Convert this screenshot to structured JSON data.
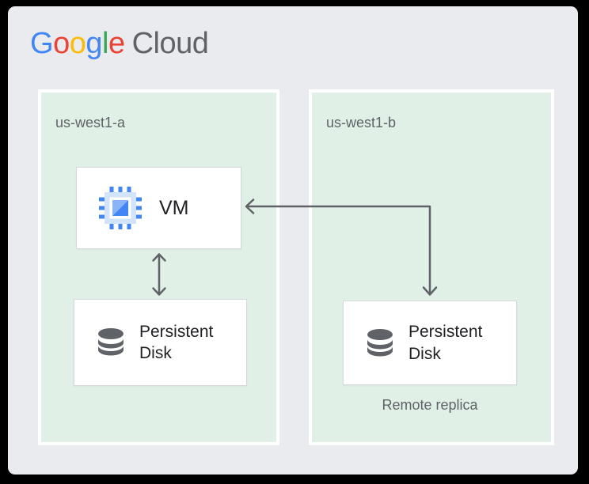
{
  "logo": {
    "letters": [
      {
        "ch": "G",
        "color": "#4285F4"
      },
      {
        "ch": "o",
        "color": "#EA4335"
      },
      {
        "ch": "o",
        "color": "#FBBC05"
      },
      {
        "ch": "g",
        "color": "#4285F4"
      },
      {
        "ch": "l",
        "color": "#34A853"
      },
      {
        "ch": "e",
        "color": "#EA4335"
      }
    ],
    "suffix": "Cloud",
    "suffix_color": "#5F6368"
  },
  "zones": {
    "a": {
      "label": "us-west1-a"
    },
    "b": {
      "label": "us-west1-b"
    }
  },
  "nodes": {
    "vm": {
      "label": "VM",
      "icon": "compute-engine-icon",
      "zone": "us-west1-a"
    },
    "disk_a": {
      "label": "Persistent Disk",
      "icon": "persistent-disk-icon",
      "zone": "us-west1-a"
    },
    "disk_b": {
      "label": "Persistent Disk",
      "icon": "persistent-disk-icon",
      "zone": "us-west1-b",
      "caption": "Remote replica"
    }
  },
  "connections": [
    {
      "between": [
        "vm",
        "disk_a"
      ],
      "shape": "straight-vertical",
      "arrows": "both"
    },
    {
      "between": [
        "vm",
        "disk_b"
      ],
      "shape": "elbow",
      "arrows": "both"
    }
  ],
  "colors": {
    "page_bg": "#000000",
    "card_bg": "#E9EBEE",
    "zone_bg": "#E1F0E7",
    "zone_border": "#FFFFFF",
    "node_bg": "#FFFFFF",
    "node_border": "#D6D9DC",
    "arrow": "#5F6368",
    "text_primary": "#202124",
    "text_secondary": "#5F6368",
    "icon_blue": "#4285F4",
    "icon_blue_light": "#8AB4F8",
    "icon_blue_pale": "#D2E3FC",
    "icon_gray": "#5F6368"
  }
}
